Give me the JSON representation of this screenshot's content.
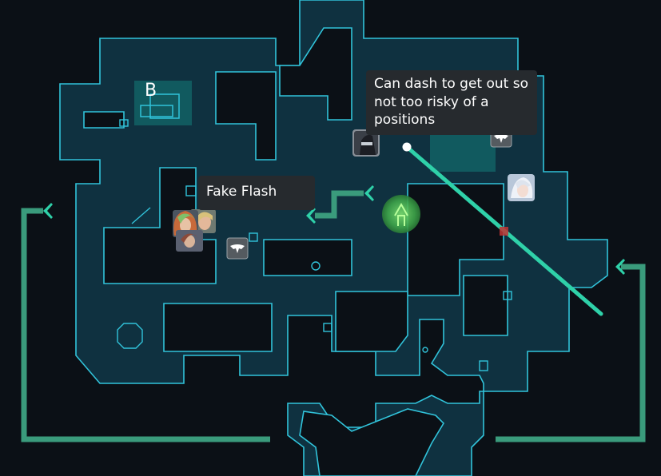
{
  "map": {
    "site_label": "B",
    "colors": {
      "background": "#0b1016",
      "walkable": "#0f3140",
      "wall_outline": "#31c3da",
      "site_area": "#115a5f",
      "route": "#3a9b7c",
      "trajectory": "#2fd1a9",
      "note_background": "#262a2e"
    }
  },
  "notes": {
    "dash_note": "Can dash to get out so not too risky of a positions",
    "flash_note": "Fake Flash"
  },
  "icons": {
    "agent_dark_hood": "agent-portrait-dark-hood",
    "agent_white_hair": "agent-portrait-white-hair",
    "agent_red_hair": "agent-portrait-red-hair",
    "agent_green_hair": "agent-portrait-green-hair",
    "agent_blonde": "agent-portrait-blonde",
    "ability_wing": "wing-ability-icon",
    "ability_smoke": "green-smoke-orb-icon",
    "spike": "red-spike-marker"
  }
}
